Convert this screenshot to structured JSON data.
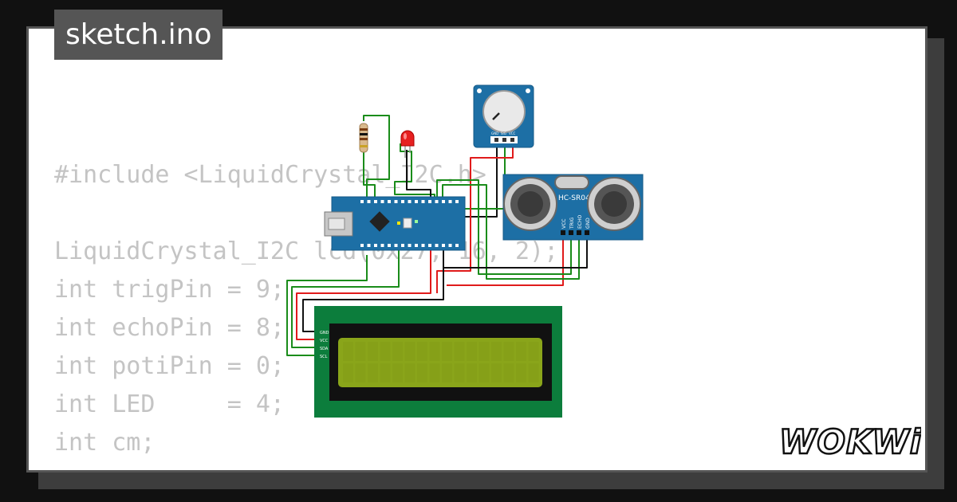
{
  "header": {
    "filename": "sketch.ino"
  },
  "code_lines": [
    "#include <LiquidCrystal_I2C.h>",
    "",
    "LiquidCrystal_I2C lcd(0x27, 16, 2);",
    "int trigPin = 9;",
    "int echoPin = 8;",
    "int potiPin = 0;",
    "int LED     = 4;",
    "int cm;"
  ],
  "components": {
    "ultrasonic": {
      "model": "HC-SR04",
      "pins": [
        "VCC",
        "TRIG",
        "ECHO",
        "GND"
      ]
    },
    "potentiometer": {
      "pins": [
        "GND",
        "SIG",
        "VCC"
      ]
    },
    "lcd": {
      "pins": [
        "GND",
        "VCC",
        "SDA",
        "SCL"
      ]
    },
    "arduino": {
      "model": "Arduino Nano"
    }
  },
  "brand": {
    "logo_text": "WOKWi"
  },
  "colors": {
    "board_blue": "#1d6fa5",
    "pcb_green": "#0c7d3c",
    "lcd_screen": "#8aa51a",
    "wire_red": "#e01b1b",
    "wire_green": "#1a8c1a",
    "wire_black": "#111111"
  }
}
